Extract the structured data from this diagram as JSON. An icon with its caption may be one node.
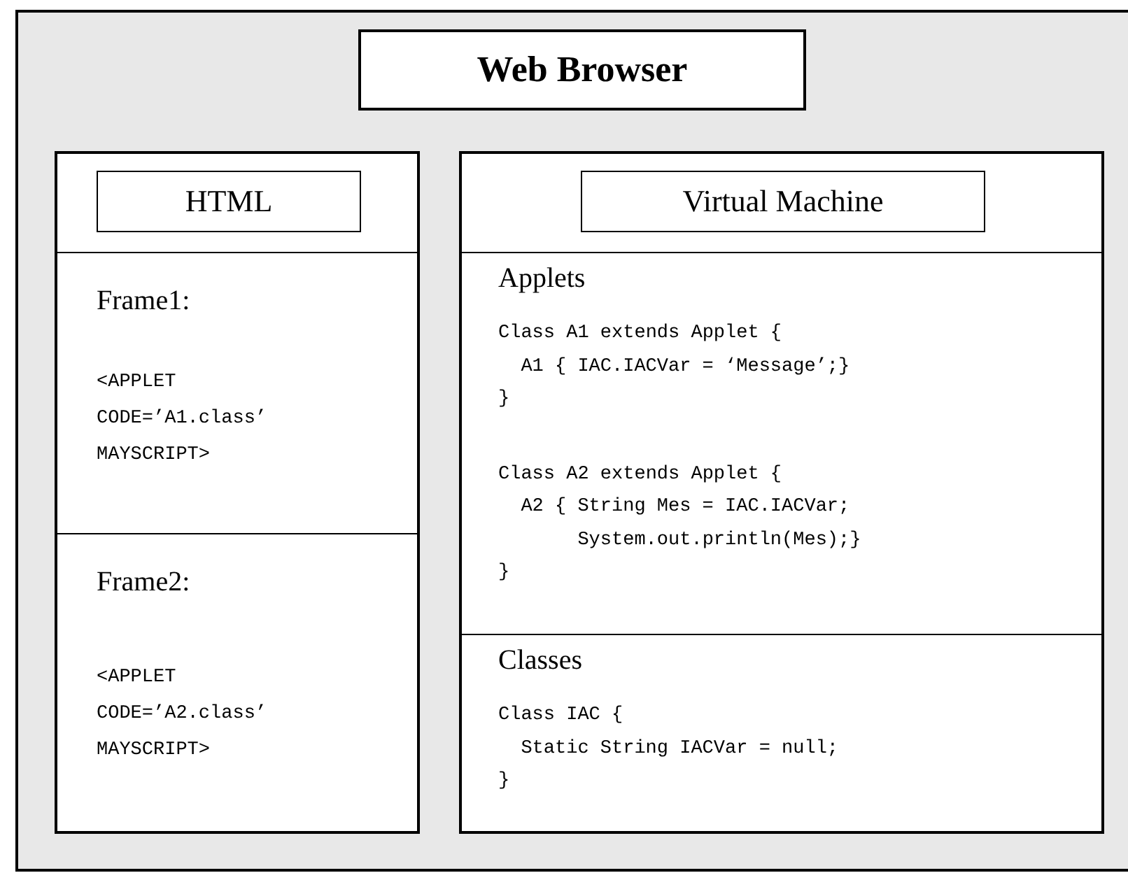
{
  "diagram": {
    "nodes": [
      {
        "text": [
          "Web Browser"
        ]
      },
      {
        "text": [
          "HTML"
        ],
        "in": 0
      },
      {
        "text": [
          "Frame1:",
          "<APPLET",
          "CODE=’A1.class’",
          "MAYSCRIPT>"
        ],
        "in": 1
      },
      {
        "text": [
          "Frame2:",
          "<APPLET",
          "CODE=’A2.class’",
          "MAYSCRIPT>"
        ],
        "in": 1
      },
      {
        "text": [
          "Virtual Machine"
        ],
        "in": 0
      },
      {
        "text": [
          "Applets",
          "Class A1 extends Applet {",
          "A1 { IAC.IACVar = ‘Message’;}",
          "}",
          "Class A2 extends Applet {",
          "A2 { String Mes = IAC.IACVar;",
          "System.out.println(Mes);}",
          "}"
        ],
        "in": 4
      },
      {
        "text": [
          "Classes",
          "Class IAC {",
          "Static String IACVar = null;",
          "}"
        ],
        "in": 4
      }
    ],
    "edges": []
  }
}
